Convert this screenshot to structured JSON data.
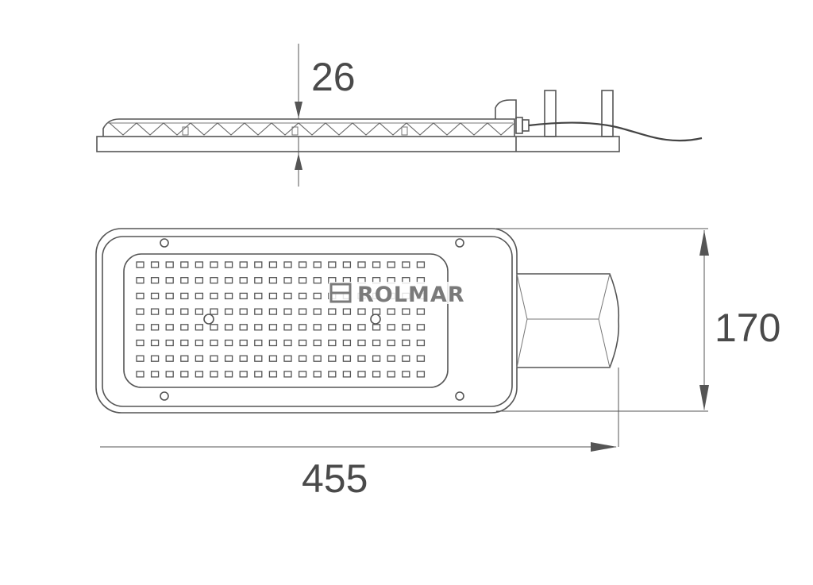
{
  "dimensions": {
    "height": "26",
    "width": "170",
    "length": "455"
  },
  "brand": {
    "name": "ROLMAR"
  },
  "colors": {
    "line": "#555555",
    "text": "#4a4a4a",
    "brand": "#7a7a7a"
  },
  "led_grid": {
    "rows": 8,
    "columns": 20
  }
}
